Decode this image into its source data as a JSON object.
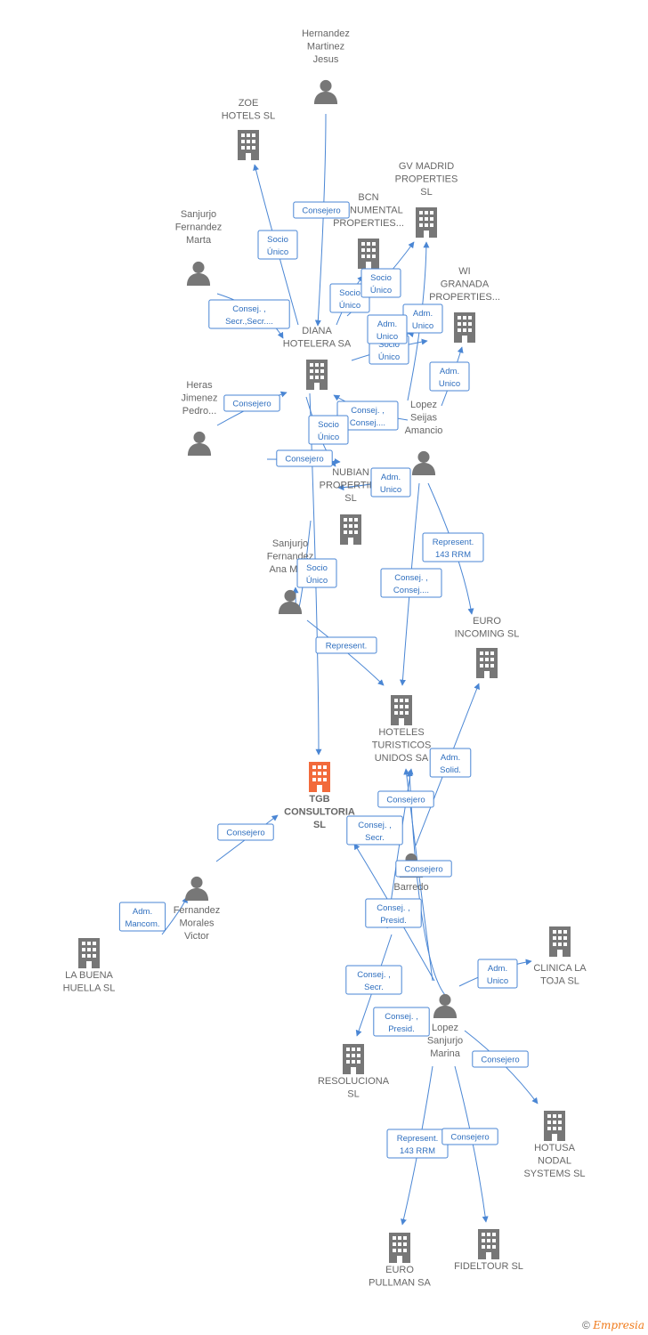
{
  "colors": {
    "edge": "#4a86d4",
    "node": "#777777",
    "main": "#f26a3b"
  },
  "nodes": [
    {
      "id": "hernandez",
      "type": "person",
      "label": [
        "Hernandez",
        "Martinez",
        "Jesus"
      ]
    },
    {
      "id": "zoe",
      "type": "company",
      "label": [
        "ZOE",
        "HOTELS  SL"
      ]
    },
    {
      "id": "gvmadrid",
      "type": "company",
      "label": [
        "GV MADRID",
        "PROPERTIES",
        "SL"
      ]
    },
    {
      "id": "bcn",
      "type": "company",
      "label": [
        "BCN",
        "MONUMENTAL",
        "PROPERTIES..."
      ]
    },
    {
      "id": "sanjurjo_marta",
      "type": "person",
      "label": [
        "Sanjurjo",
        "Fernandez",
        "Marta"
      ]
    },
    {
      "id": "wi",
      "type": "company",
      "label": [
        "WI",
        "GRANADA",
        "PROPERTIES..."
      ]
    },
    {
      "id": "diana",
      "type": "company",
      "label": [
        "DIANA",
        "HOTELERA SA"
      ]
    },
    {
      "id": "heras",
      "type": "person",
      "label": [
        "Heras",
        "Jimenez",
        "Pedro..."
      ]
    },
    {
      "id": "lopez_amancio",
      "type": "person",
      "label": [
        "Lopez",
        "Seijas",
        "Amancio"
      ]
    },
    {
      "id": "nubian",
      "type": "company",
      "label": [
        "NUBIAN",
        "PROPERTIES",
        "SL"
      ]
    },
    {
      "id": "sanjurjo_ana",
      "type": "person",
      "label": [
        "Sanjurjo",
        "Fernandez",
        "Ana Ma..."
      ]
    },
    {
      "id": "euro_incoming",
      "type": "company",
      "label": [
        "EURO",
        "INCOMING  SL"
      ]
    },
    {
      "id": "hoteles",
      "type": "company",
      "label": [
        "HOTELES",
        "TURISTICOS",
        "UNIDOS SA"
      ]
    },
    {
      "id": "tgb",
      "type": "main",
      "label": [
        "TGB",
        "CONSULTORIA",
        "SL"
      ]
    },
    {
      "id": "barredo",
      "type": "person",
      "label": [
        "Barredo",
        "...",
        "...o"
      ]
    },
    {
      "id": "fernandez",
      "type": "person",
      "label": [
        "Fernandez",
        "Morales",
        "Victor"
      ]
    },
    {
      "id": "labuena",
      "type": "company",
      "label": [
        "LA BUENA",
        "HUELLA  SL"
      ]
    },
    {
      "id": "clinica",
      "type": "company",
      "label": [
        "CLINICA LA",
        "TOJA  SL"
      ]
    },
    {
      "id": "lopez_marina",
      "type": "person",
      "label": [
        "Lopez",
        "Sanjurjo",
        "Marina"
      ]
    },
    {
      "id": "resoluciona",
      "type": "company",
      "label": [
        "RESOLUCIONA",
        "SL"
      ]
    },
    {
      "id": "hotusa",
      "type": "company",
      "label": [
        "HOTUSA",
        "NODAL",
        "SYSTEMS  SL"
      ]
    },
    {
      "id": "europullman",
      "type": "company",
      "label": [
        "EURO",
        "PULLMAN SA"
      ]
    },
    {
      "id": "fideltour",
      "type": "company",
      "label": [
        "FIDELTOUR  SL"
      ]
    }
  ],
  "relations": [
    {
      "label": [
        "Consejero"
      ]
    },
    {
      "label": [
        "Socio",
        "Único"
      ]
    },
    {
      "label": [
        "Consej. ,",
        "Secr.,Secr...."
      ]
    },
    {
      "label": [
        "Socio",
        "Único"
      ]
    },
    {
      "label": [
        "Socio",
        "Único"
      ]
    },
    {
      "label": [
        "Adm.",
        "Unico"
      ]
    },
    {
      "label": [
        "Adm.",
        "Unico"
      ]
    },
    {
      "label": [
        "Socio",
        "Único"
      ]
    },
    {
      "label": [
        "Adm.",
        "Unico"
      ]
    },
    {
      "label": [
        "Consejero"
      ]
    },
    {
      "label": [
        "Consej. ,",
        "Consej...."
      ]
    },
    {
      "label": [
        "Socio",
        "Único"
      ]
    },
    {
      "label": [
        "Consejero"
      ]
    },
    {
      "label": [
        "Adm.",
        "Unico"
      ]
    },
    {
      "label": [
        "Socio",
        "Único"
      ]
    },
    {
      "label": [
        "Represent.",
        "143 RRM"
      ]
    },
    {
      "label": [
        "Consej. ,",
        "Consej...."
      ]
    },
    {
      "label": [
        "Represent."
      ]
    },
    {
      "label": [
        "Adm.",
        "Solid."
      ]
    },
    {
      "label": [
        "Consejero"
      ]
    },
    {
      "label": [
        "Consej. ,",
        "Secr."
      ]
    },
    {
      "label": [
        "Consejero"
      ]
    },
    {
      "label": [
        "Consejero"
      ]
    },
    {
      "label": [
        "Adm.",
        "Mancom."
      ]
    },
    {
      "label": [
        "Consej. ,",
        "Presid."
      ]
    },
    {
      "label": [
        "Adm.",
        "Unico"
      ]
    },
    {
      "label": [
        "Consej. ,",
        "Secr."
      ]
    },
    {
      "label": [
        "Consej. ,",
        "Presid."
      ]
    },
    {
      "label": [
        "Consejero"
      ]
    },
    {
      "label": [
        "Represent.",
        "143 RRM"
      ]
    },
    {
      "label": [
        "Consejero"
      ]
    }
  ],
  "watermark": {
    "symbol": "©",
    "brand": "Empresia"
  }
}
